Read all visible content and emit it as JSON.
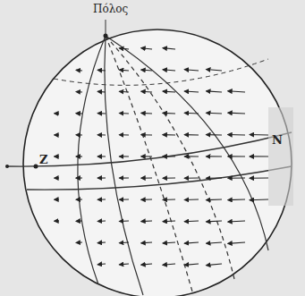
{
  "diagram": {
    "labels": [
      "Πόλος",
      "Z",
      "N"
    ]
  }
}
